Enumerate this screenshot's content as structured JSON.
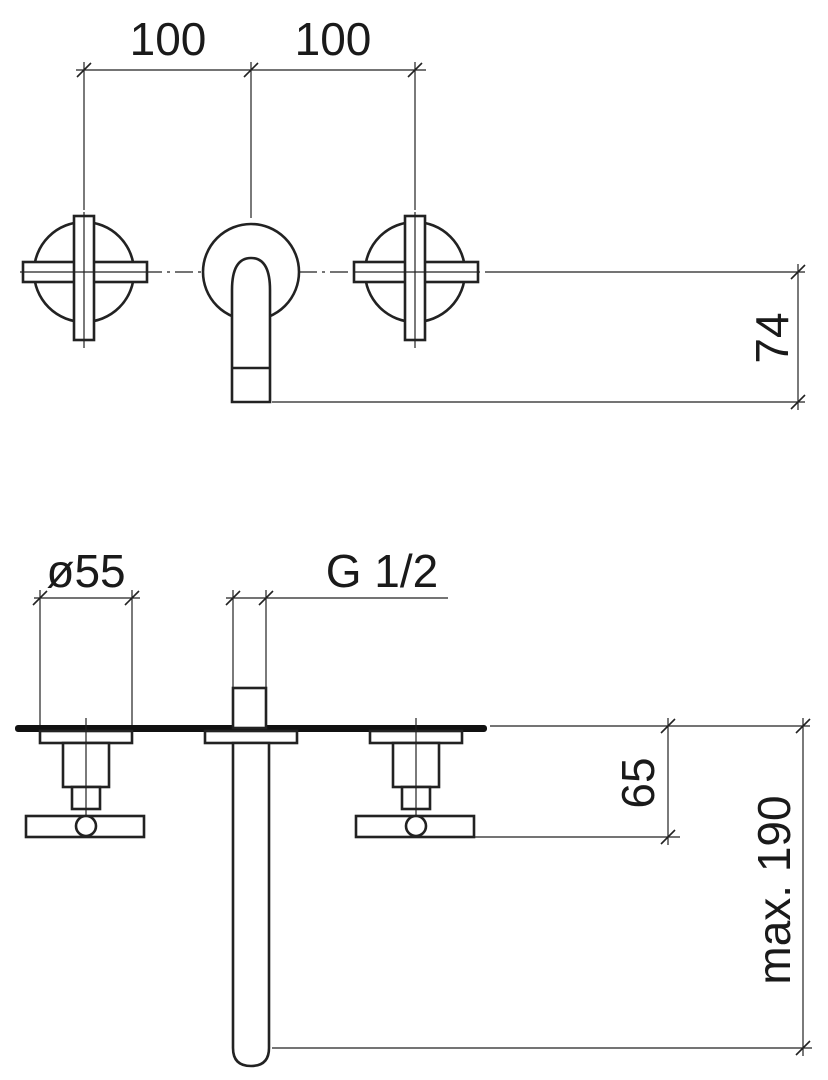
{
  "dimensions": {
    "spacing_left": "100",
    "spacing_right": "100",
    "spout_drop": "74",
    "rosette_diameter": "ø55",
    "thread": "G 1/2",
    "handle_projection": "65",
    "spout_projection": "max. 190"
  },
  "colors": {
    "line": "#222222",
    "background": "#ffffff"
  }
}
